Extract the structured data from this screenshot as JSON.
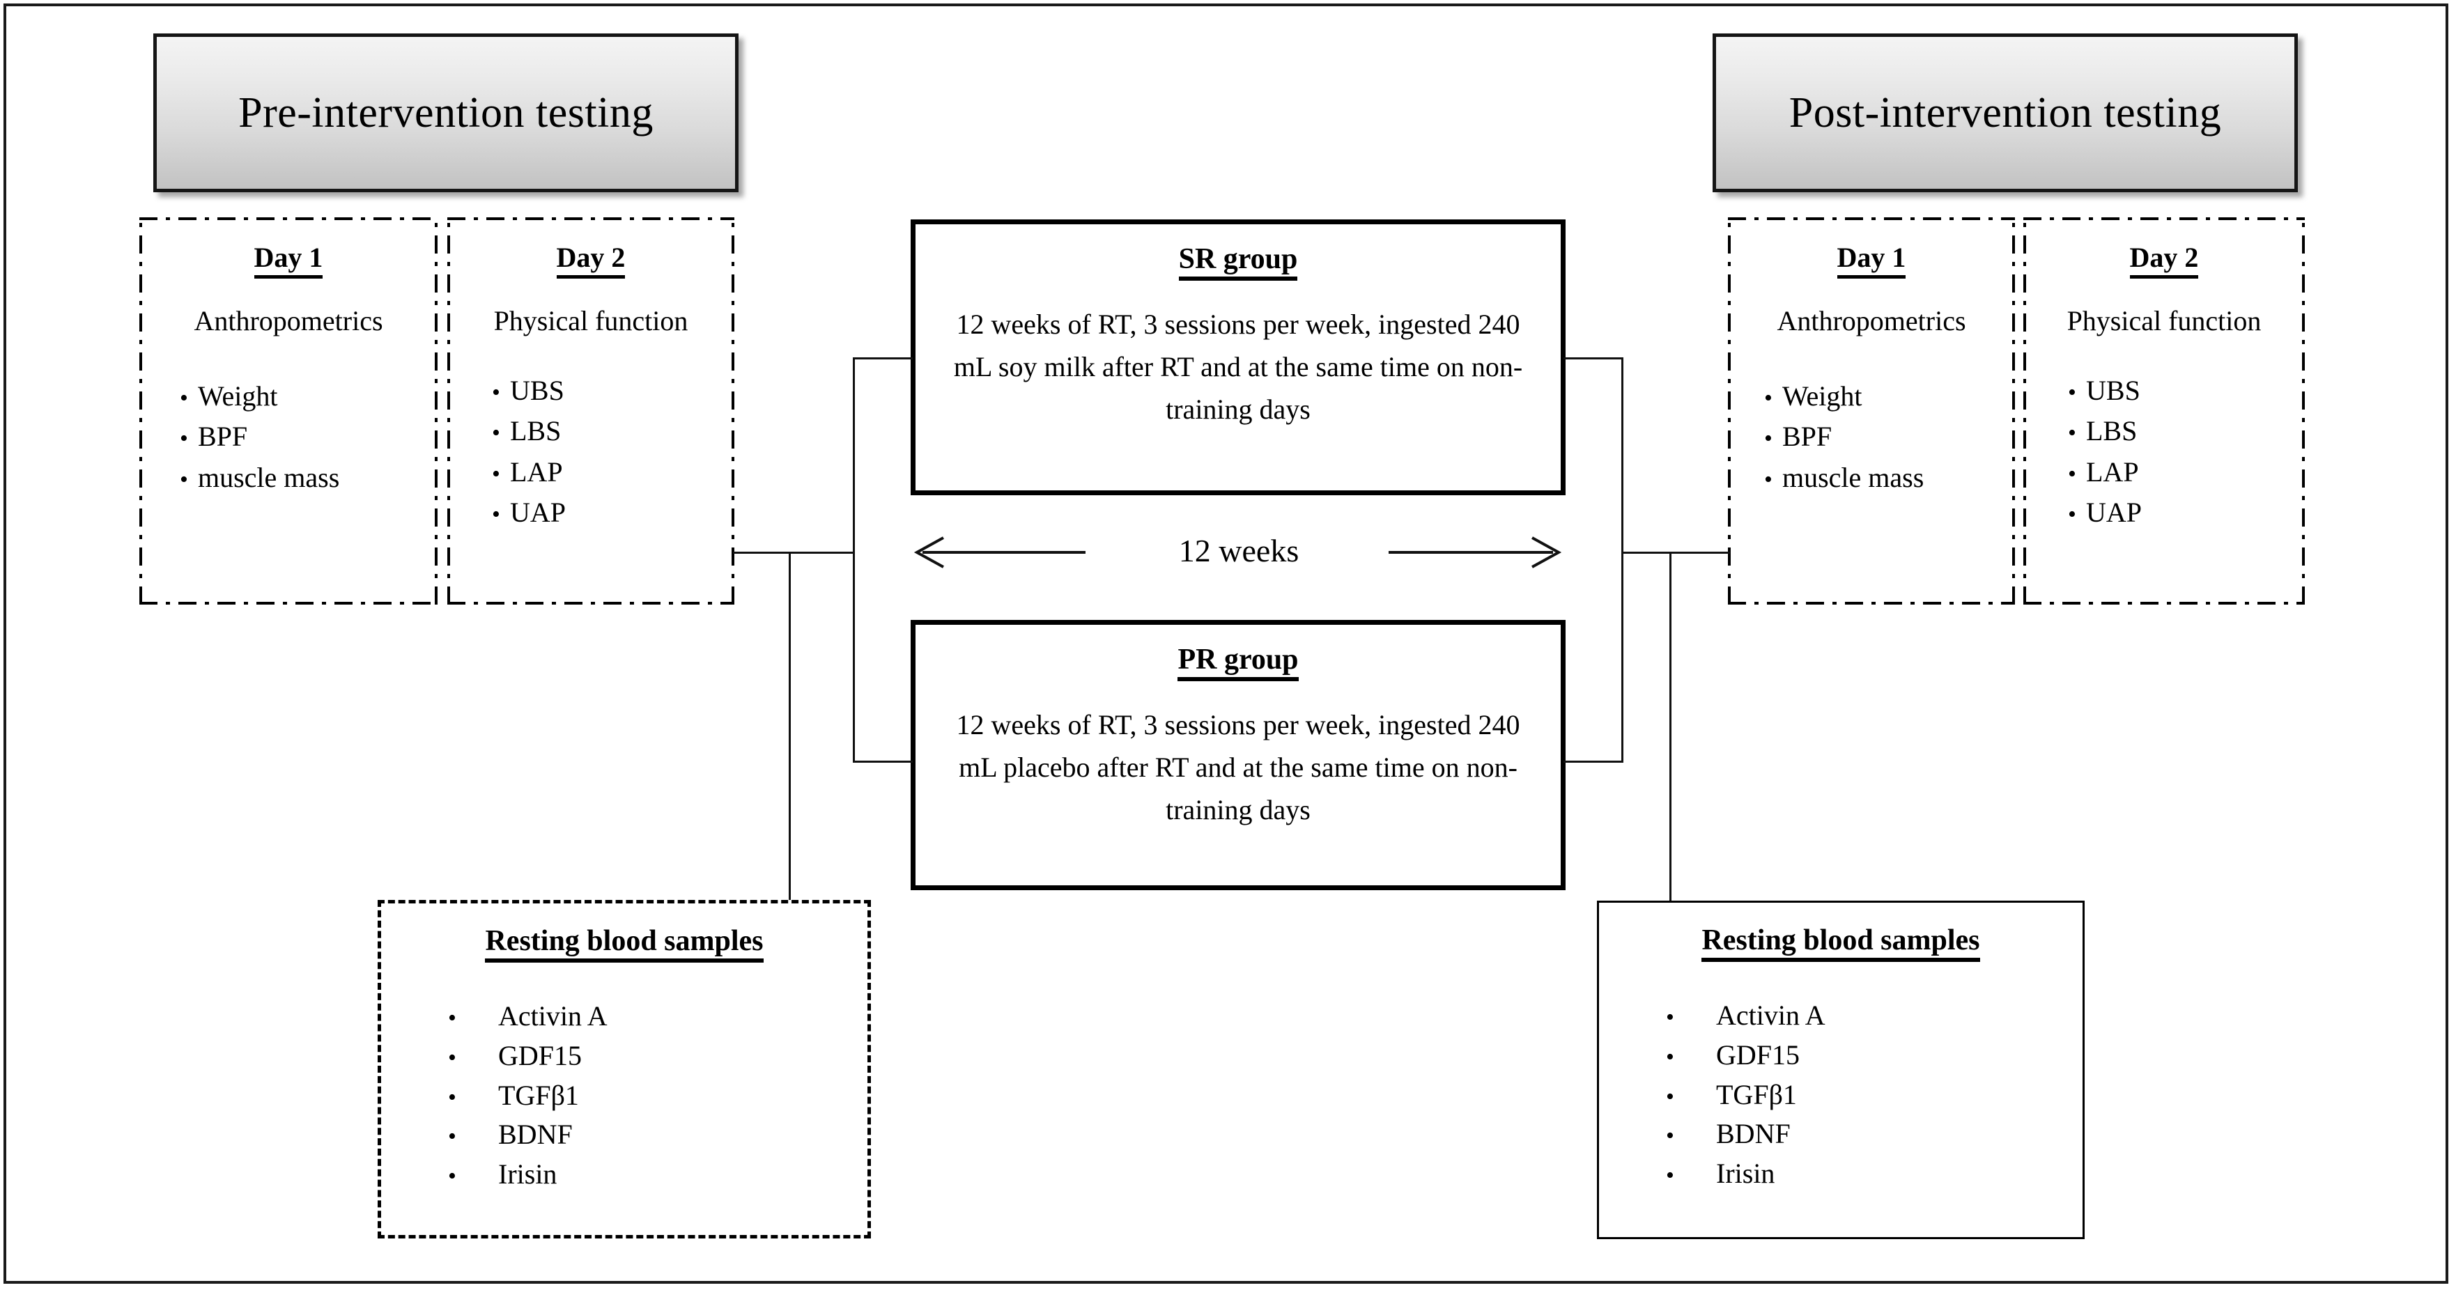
{
  "figure": {
    "type": "study-design-flowchart",
    "timeline_label": "12 weeks"
  },
  "pre": {
    "header": "Pre-intervention testing",
    "day1": {
      "title": "Day 1",
      "subtitle": "Anthropometrics",
      "items": [
        "Weight",
        "BPF",
        "muscle mass"
      ]
    },
    "day2": {
      "title": "Day 2",
      "subtitle": "Physical function",
      "items": [
        "UBS",
        "LBS",
        "LAP",
        "UAP"
      ]
    },
    "blood": {
      "title": "Resting blood samples",
      "items": [
        "Activin A",
        "GDF15",
        "TGFβ1",
        "BDNF",
        "Irisin"
      ]
    }
  },
  "post": {
    "header": "Post-intervention testing",
    "day1": {
      "title": "Day 1",
      "subtitle": "Anthropometrics",
      "items": [
        "Weight",
        "BPF",
        "muscle mass"
      ]
    },
    "day2": {
      "title": "Day 2",
      "subtitle": "Physical function",
      "items": [
        "UBS",
        "LBS",
        "LAP",
        "UAP"
      ]
    },
    "blood": {
      "title": "Resting blood samples",
      "items": [
        "Activin A",
        "GDF15",
        "TGFβ1",
        "BDNF",
        "Irisin"
      ]
    }
  },
  "groups": {
    "sr": {
      "title": "SR group",
      "body": "12 weeks of RT, 3 sessions per week, ingested 240 mL soy milk after RT and at the same time on non-training days"
    },
    "pr": {
      "title": "PR group",
      "body": "12 weeks of RT, 3 sessions per week, ingested 240 mL placebo after RT and at the same time on non-training days"
    }
  },
  "bullet": "•",
  "colors": {
    "line": "#111111",
    "box_border": "#000000",
    "header_gradient_top": "#f4f4f4",
    "header_gradient_bottom": "#c2c2c2"
  }
}
